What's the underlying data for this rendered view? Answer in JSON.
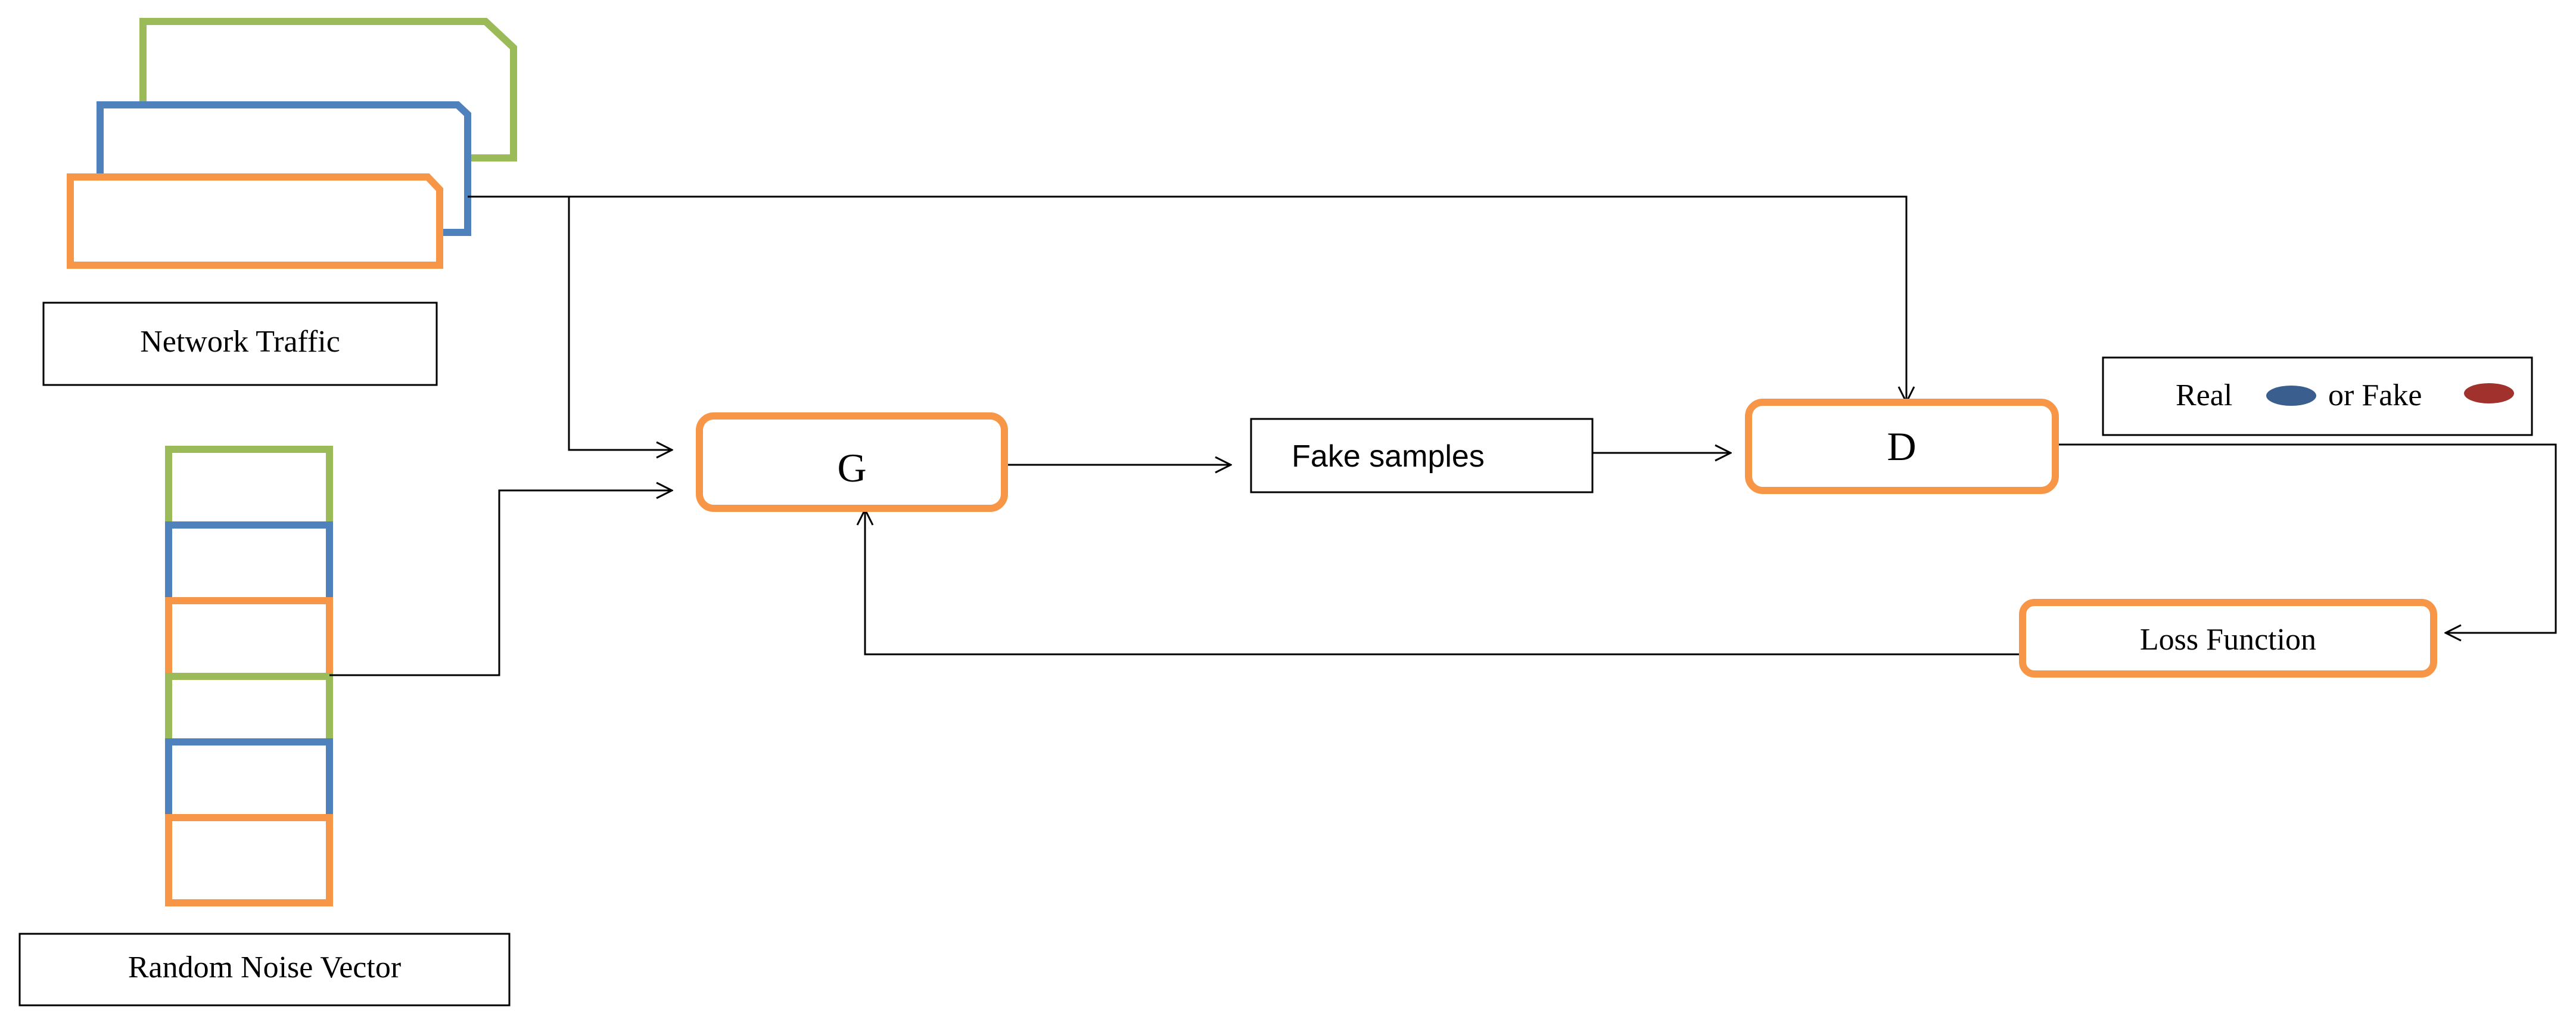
{
  "labels": {
    "network_traffic": "Network Traffic",
    "random_noise_vector": "Random Noise Vector",
    "generator": "G",
    "discriminator": "D",
    "fake_samples": "Fake samples",
    "loss_function": "Loss Function",
    "real": "Real",
    "or_fake": "or Fake"
  },
  "colors": {
    "green": "#9bbb59",
    "blue": "#4f81bd",
    "orange": "#f79646",
    "black": "#000000",
    "real_dot": "#3a5f8f",
    "fake_dot": "#a0312c"
  }
}
